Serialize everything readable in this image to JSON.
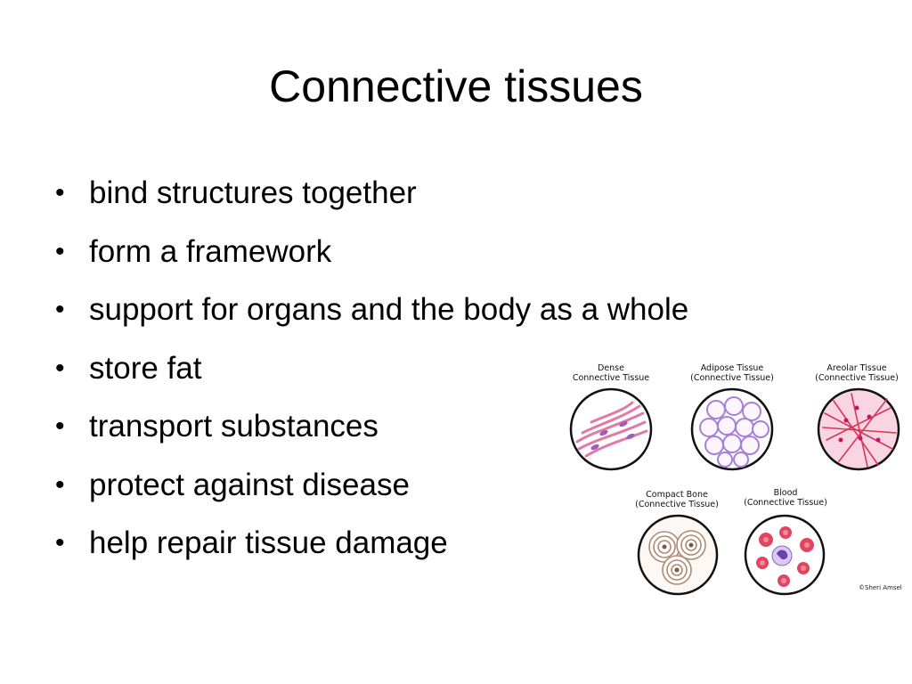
{
  "slide": {
    "title": "Connective tissues",
    "bullets": [
      "bind structures together",
      "form a framework",
      "support for organs and the body as a whole",
      "store fat",
      "transport substances",
      "protect against disease",
      "help repair tissue damage"
    ],
    "bullet_glyph": "•"
  },
  "figure": {
    "panels": [
      {
        "caption": "Dense\nConnective Tissue",
        "tissue": "dense"
      },
      {
        "caption": "Adipose Tissue\n(Connective Tissue)",
        "tissue": "adipose"
      },
      {
        "caption": "Areolar Tissue\n(Connective Tissue)",
        "tissue": "areolar"
      },
      {
        "caption": "Compact Bone\n(Connective Tissue)",
        "tissue": "bone"
      },
      {
        "caption": "Blood\n(Connective Tissue)",
        "tissue": "blood"
      }
    ],
    "copyright": "©Sheri Amsel"
  },
  "colors": {
    "background": "#ffffff",
    "text": "#000000",
    "pink": "#e07aa8",
    "purple": "#a77fd6",
    "red": "#d23a55",
    "bone": "#c9a98f"
  }
}
